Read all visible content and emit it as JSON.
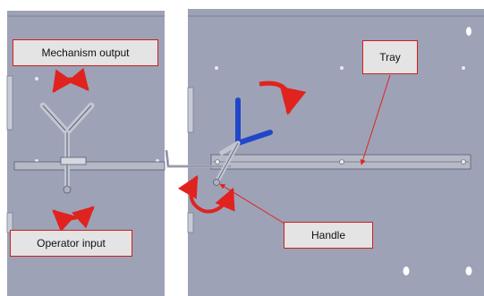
{
  "labels": {
    "mechanism_output": "Mechanism output",
    "operator_input": "Operator input",
    "tray": "Tray",
    "handle": "Handle"
  },
  "colors": {
    "panel": "#9da2b7",
    "panel_edge": "#5a5e6e",
    "rail": "#b6b9c6",
    "mechanism_gray": "#c3c6d2",
    "mechanism_blue": "#1f47c8",
    "arrow_red": "#e0231e",
    "callout_border": "#d21d1d",
    "callout_fill": "#e4e4e4"
  },
  "icons": [
    "rotation-arrow-icon",
    "leader-line-icon"
  ]
}
